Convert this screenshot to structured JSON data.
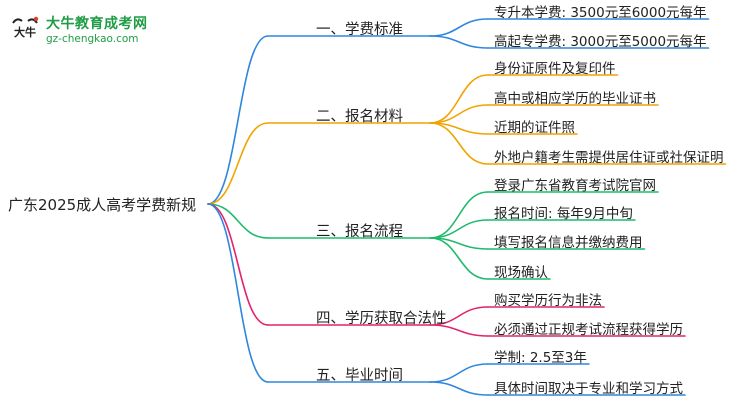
{
  "logo": {
    "name": "大牛教育成考网",
    "domain": "gz-chengkao.com",
    "mark_text": "大牛",
    "colors": {
      "mark": "#222222",
      "text": "#1f9d45",
      "accent": "#e23b2e"
    }
  },
  "mindmap": {
    "root": "广东2025成人高考学费新规",
    "branches": [
      {
        "label": "一、学费标准",
        "color": "#2e86de",
        "leaves": [
          "专升本学费: 3500元至6000元每年",
          "高起专学费: 3000元至5000元每年"
        ]
      },
      {
        "label": "二、报名材料",
        "color": "#f0a400",
        "leaves": [
          "身份证原件及复印件",
          "高中或相应学历的毕业证书",
          "近期的证件照",
          "外地户籍考生需提供居住证或社保证明"
        ]
      },
      {
        "label": "三、报名流程",
        "color": "#1fba6c",
        "leaves": [
          "登录广东省教育考试院官网",
          "报名时间: 每年9月中旬",
          "填写报名信息并缴纳费用",
          "现场确认"
        ]
      },
      {
        "label": "四、学历获取合法性",
        "color": "#e3236c",
        "leaves": [
          "购买学历行为非法",
          "必须通过正规考试流程获得学历"
        ]
      },
      {
        "label": "五、毕业时间",
        "color": "#2e86de",
        "leaves": [
          "学制: 2.5至3年",
          "具体时间取决于专业和学习方式"
        ]
      }
    ]
  }
}
